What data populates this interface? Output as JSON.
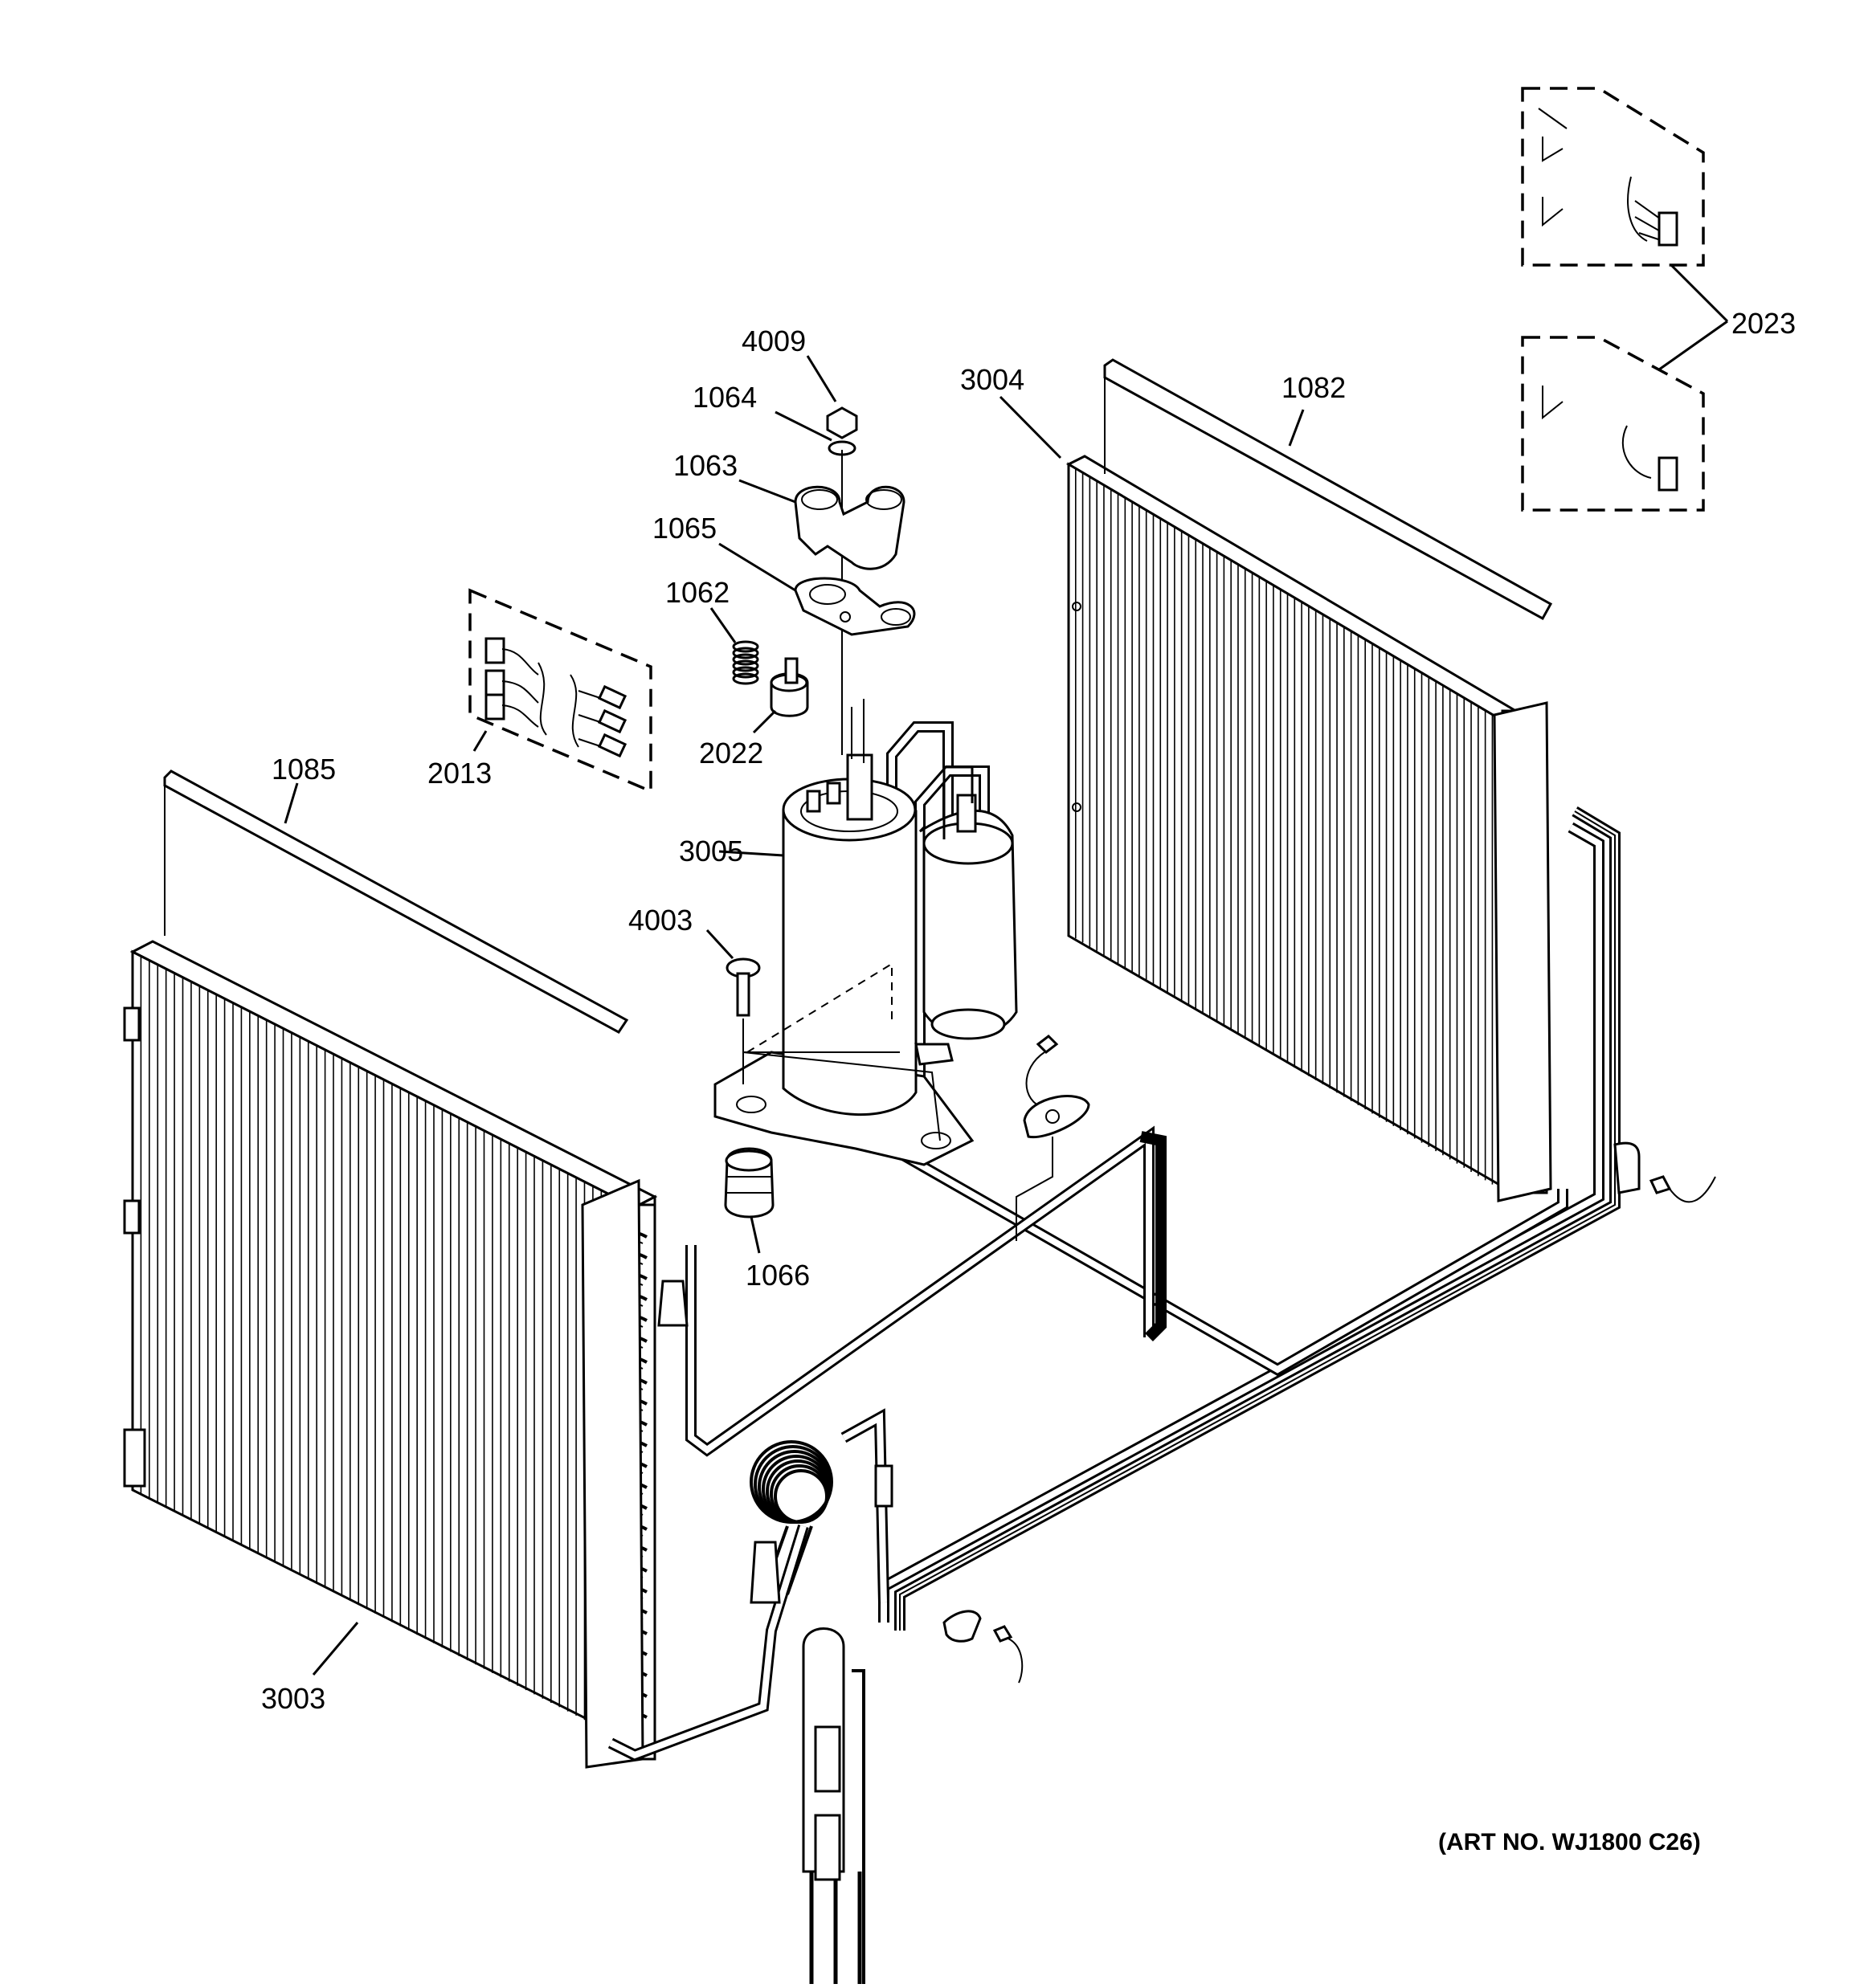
{
  "diagram": {
    "callouts": [
      {
        "id": "4009",
        "label": "4009"
      },
      {
        "id": "1064",
        "label": "1064"
      },
      {
        "id": "1063",
        "label": "1063"
      },
      {
        "id": "1065",
        "label": "1065"
      },
      {
        "id": "1062",
        "label": "1062"
      },
      {
        "id": "2022",
        "label": "2022"
      },
      {
        "id": "2013",
        "label": "2013"
      },
      {
        "id": "3005",
        "label": "3005"
      },
      {
        "id": "4003",
        "label": "4003"
      },
      {
        "id": "1066",
        "label": "1066"
      },
      {
        "id": "1085",
        "label": "1085"
      },
      {
        "id": "3003",
        "label": "3003"
      },
      {
        "id": "3004",
        "label": "3004"
      },
      {
        "id": "1082",
        "label": "1082"
      },
      {
        "id": "2023",
        "label": "2023"
      }
    ],
    "art_number": "(ART NO. WJ1800 C26)"
  }
}
